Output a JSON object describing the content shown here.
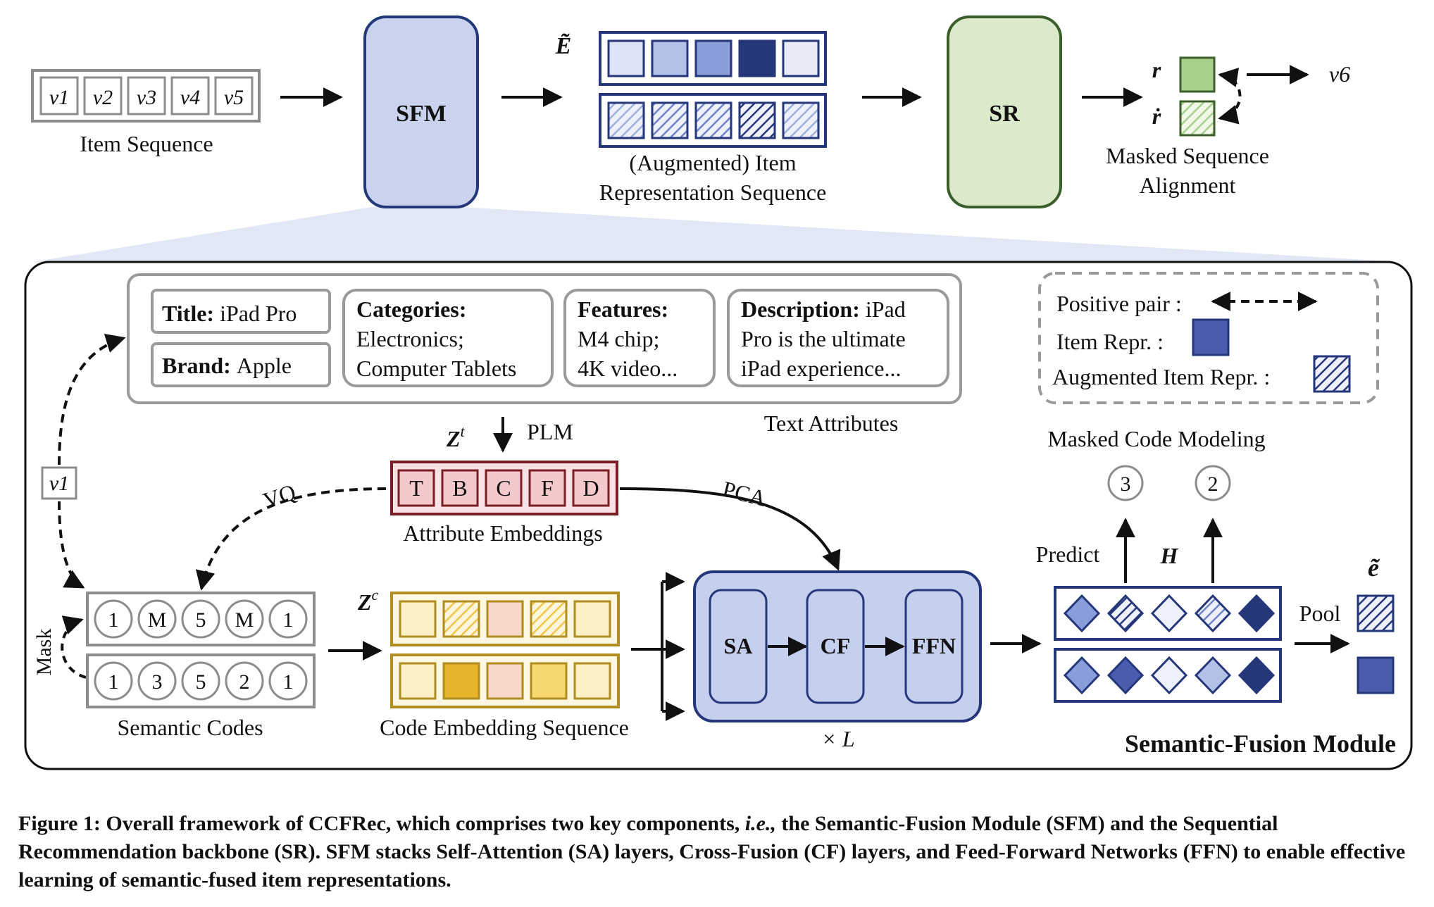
{
  "top": {
    "item_sequence": {
      "items": [
        "v1",
        "v2",
        "v3",
        "v4",
        "v5"
      ],
      "label": "Item Sequence"
    },
    "sfm_label": "SFM",
    "e_tilde": "Ẽ",
    "repr_label_line1": "(Augmented) Item",
    "repr_label_line2": "Representation Sequence",
    "sr_label": "SR",
    "r_label": "r",
    "r_dot_label": "ṙ",
    "next_item": "v6",
    "alignment_line1": "Masked Sequence",
    "alignment_line2": "Alignment"
  },
  "module": {
    "title": "Semantic-Fusion Module",
    "attributes": {
      "title_key": "Title:",
      "title_val": "iPad Pro",
      "brand_key": "Brand:",
      "brand_val": "Apple",
      "categories_key": "Categories:",
      "categories_l2": "Electronics;",
      "categories_l3": "Computer Tablets",
      "features_key": "Features:",
      "features_l2": "M4 chip;",
      "features_l3": "4K video...",
      "description_key": "Description:",
      "description_l1_rest": "iPad",
      "description_l2": "Pro is the ultimate",
      "description_l3": "iPad experience...",
      "group_label": "Text Attributes"
    },
    "legend": {
      "positive_pair": "Positive pair :",
      "item_repr": "Item Repr. :",
      "aug_item_repr": "Augmented Item Repr. :"
    },
    "plm_label": "PLM",
    "zt_label": "Z",
    "zt_sup": "t",
    "attr_tokens": [
      "T",
      "B",
      "C",
      "F",
      "D"
    ],
    "attr_label": "Attribute Embeddings",
    "vq_label": "VQ",
    "pca_label": "PCA",
    "v1_label": "v1",
    "mask_label": "Mask",
    "codes_masked": [
      "1",
      "M",
      "5",
      "M",
      "1"
    ],
    "codes": [
      "1",
      "3",
      "5",
      "2",
      "1"
    ],
    "codes_label": "Semantic Codes",
    "zc_label": "Z",
    "zc_sup": "c",
    "code_emb_label": "Code Embedding Sequence",
    "sa_label": "SA",
    "cf_label": "CF",
    "ffn_label": "FFN",
    "times_l": "× L",
    "mcm_label": "Masked Code Modeling",
    "predicted": [
      "3",
      "2"
    ],
    "predict_label": "Predict",
    "h_label": "H",
    "pool_label": "Pool",
    "e_small_tilde": "ẽ"
  },
  "caption": {
    "part1": "Figure 1: Overall framework of CCFRec, which comprises two key components, ",
    "ie": "i.e.,",
    "part2": " the Semantic-Fusion Module (SFM) and the Sequential Recommendation backbone (SR). SFM stacks Self-Attention (SA) layers, Cross-Fusion (CF) layers, and Feed-Forward Networks (FFN) to enable effective learning of semantic-fused item representations."
  },
  "colors": {
    "sfm_fill": "#c9d3ee",
    "sfm_stroke": "#24397a",
    "sr_fill": "#dbeacb",
    "sr_stroke": "#3b5e2b",
    "navy": "#26367a",
    "blue_mid": "#7f92cf",
    "blue_light": "#c5cfee",
    "green": "#a8d08d",
    "red_fill": "#f4c9cc",
    "red_stroke": "#7a1e26",
    "gold_stroke": "#b08d1e",
    "gold": "#e6b42b",
    "gold_light": "#f6dc86",
    "peach": "#f6d8c8",
    "cream": "#fbf0c6",
    "module_fill": "#c5cfee"
  }
}
